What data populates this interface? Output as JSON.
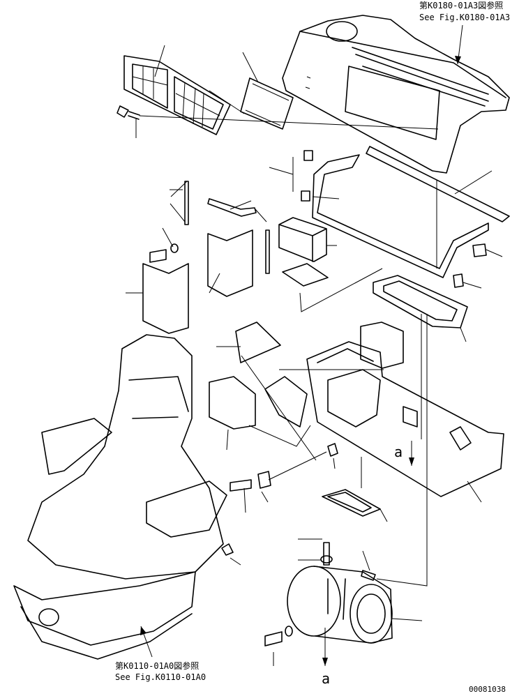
{
  "references": {
    "top_jp": "第K0180-01A3図参照",
    "top_en": "See Fig.K0180-01A3",
    "bottom_jp": "第K0110-01A0図参照",
    "bottom_en": "See Fig.K0110-01A0"
  },
  "markers": {
    "connection_a_top": "a",
    "connection_a_bottom": "a"
  },
  "drawing_number": "00081038"
}
